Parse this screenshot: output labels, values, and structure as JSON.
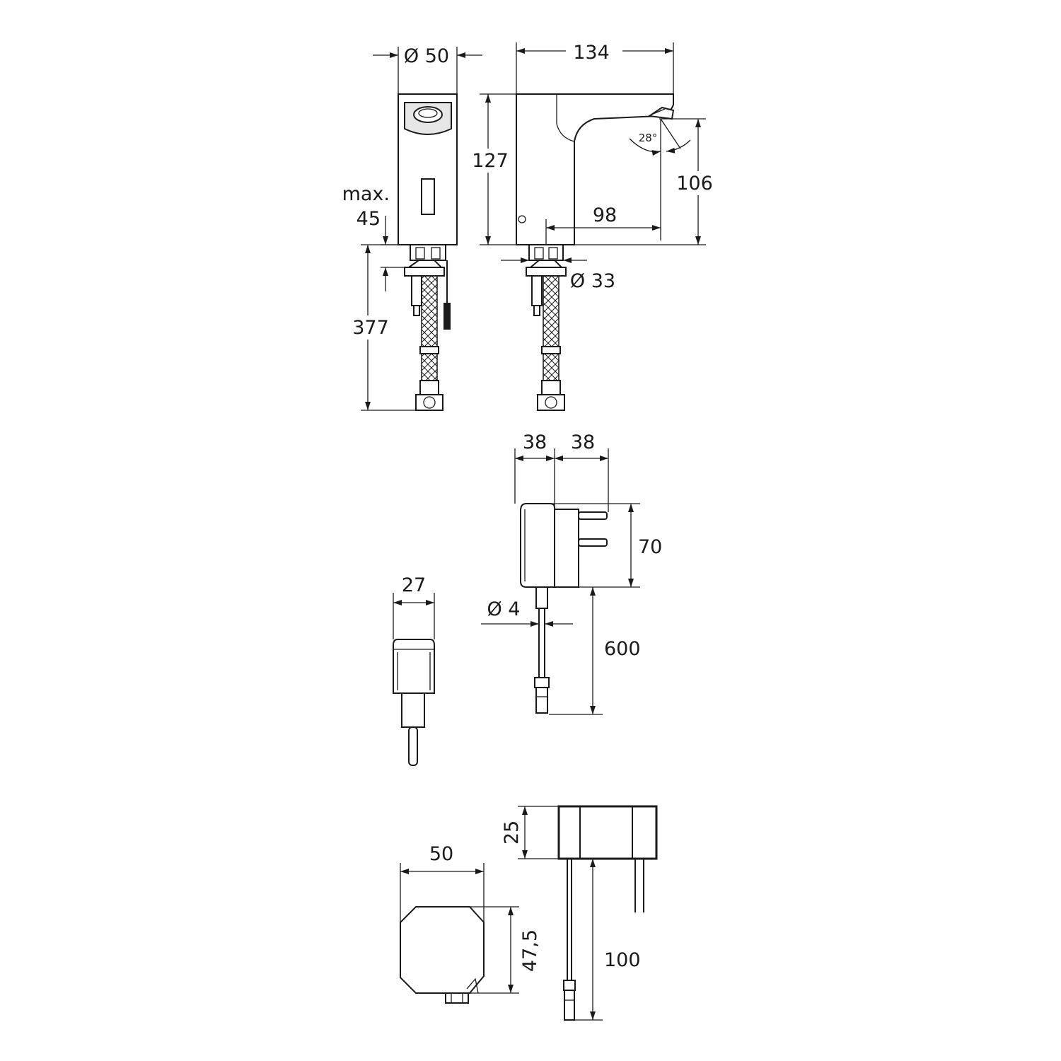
{
  "dimensions": {
    "faucet_diameter": "Ø 50",
    "faucet_length": "134",
    "faucet_height": "127",
    "spout_height": "106",
    "spout_reach": "98",
    "spray_angle": "28°",
    "max_label": "max.",
    "max_deck_thickness": "45",
    "hose_length": "377",
    "shank_diameter": "Ø 33",
    "psu_width_1": "38",
    "psu_width_2": "38",
    "psu_height": "70",
    "psu_depth": "27",
    "cable_diameter": "Ø 4",
    "cable_length": "600",
    "box_width": "50",
    "box_height": "47,5",
    "box_depth": "25",
    "box_cable_length": "100"
  }
}
